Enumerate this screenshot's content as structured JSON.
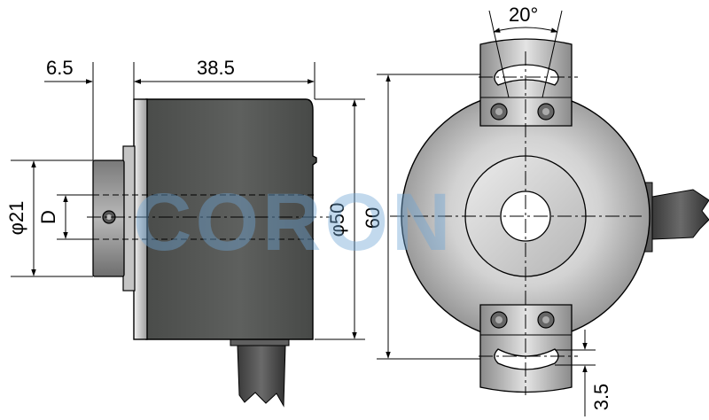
{
  "watermark": "CORON",
  "side_view": {
    "dim_shaft_length": "6.5",
    "dim_body_length": "38.5",
    "dim_shaft_diameter": "φ21",
    "dim_bore": "D",
    "dim_body_diameter": "φ50"
  },
  "front_view": {
    "dim_overall_height": "60",
    "dim_slot_angle": "20°",
    "dim_slot_offset": "3.5"
  },
  "colors": {
    "body_dark": "#5a5c5a",
    "disc_light": "#d6d6d6",
    "metal_mid": "#a8a8a8",
    "watermark": "#6fa6d6"
  }
}
